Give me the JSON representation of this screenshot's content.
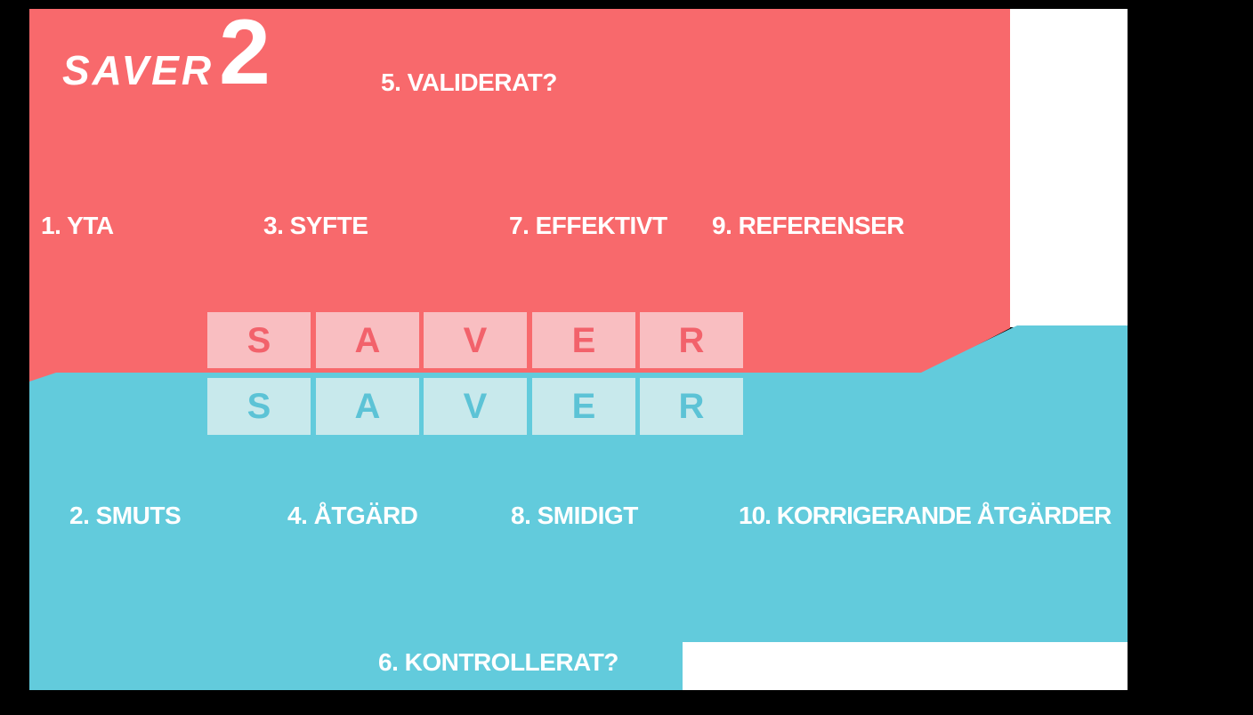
{
  "title": "SAVER2",
  "palette": {
    "background": "#000000",
    "white": "#ffffff",
    "red": "#f8696c",
    "teal": "#62cbdc",
    "pink_tile": "#f9bec1",
    "pink_letter": "#f2626b",
    "teal_tile": "#c8e9ec",
    "teal_letter": "#5cc3d6"
  },
  "logo": {
    "word": "SAVER",
    "number": "2"
  },
  "red_section": {
    "top_label": "5. VALIDERAT?",
    "labels": {
      "yta": "1. YTA",
      "syfte": "3. SYFTE",
      "effektivt": "7. EFFEKTIVT",
      "referenser": "9. REFERENSER"
    }
  },
  "teal_section": {
    "labels": {
      "smuts": "2. SMUTS",
      "atgard": "4. ÅTGÄRD",
      "smidigt": "8. SMIDIGT",
      "korrigerande": "10. KORRIGERANDE ÅTGÄRDER"
    },
    "bottom_label": "6. KONTROLLERAT?"
  },
  "tiles": {
    "top": [
      "S",
      "A",
      "V",
      "E",
      "R"
    ],
    "bottom": [
      "S",
      "A",
      "V",
      "E",
      "R"
    ]
  }
}
